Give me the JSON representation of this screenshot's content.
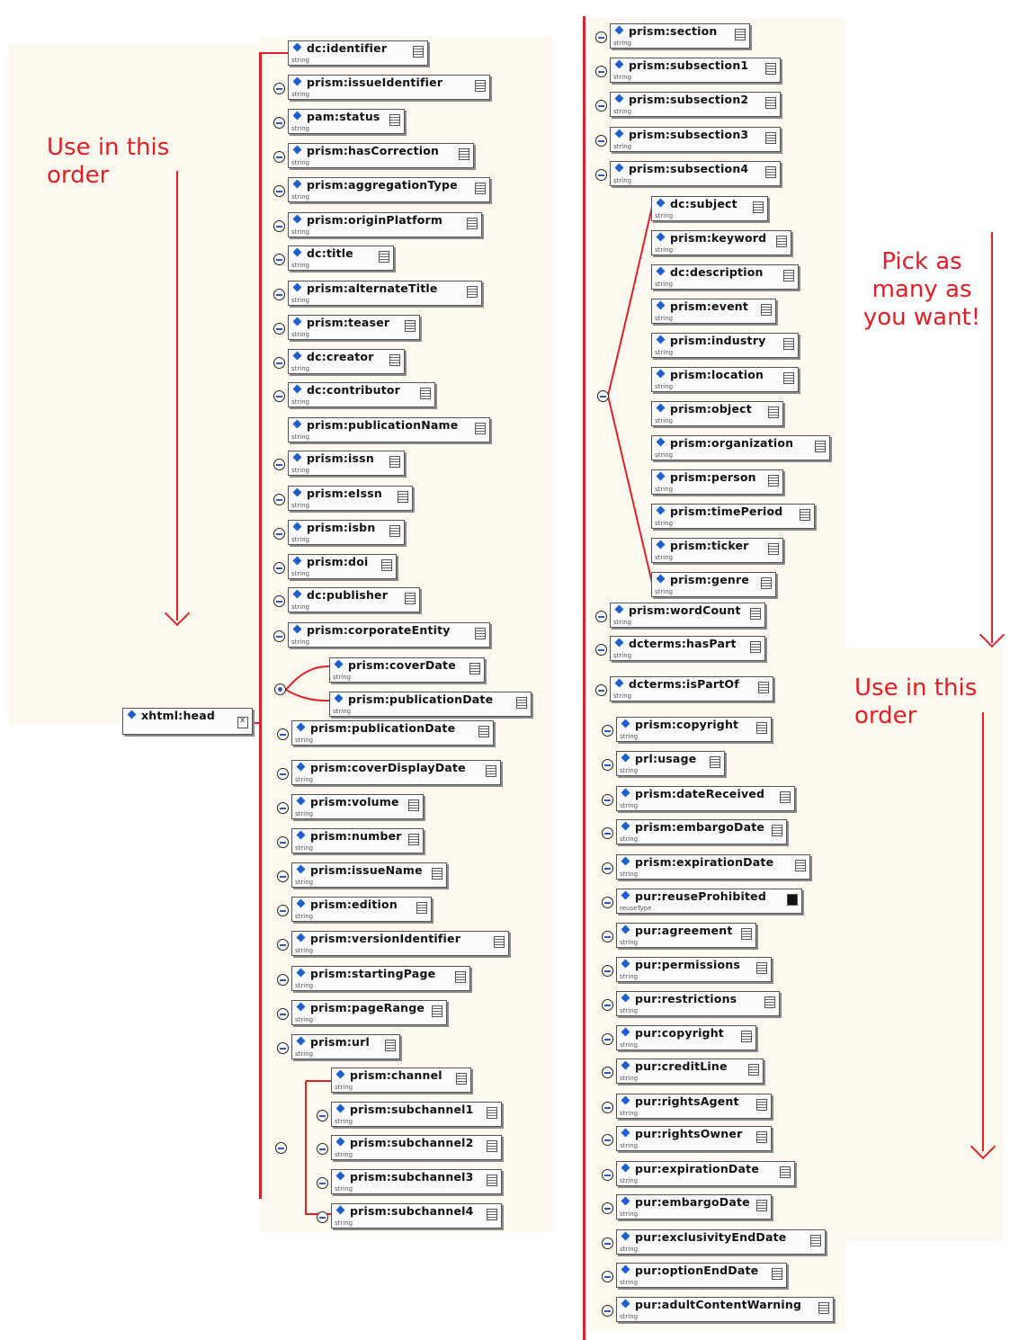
{
  "colors": {
    "accent": "#e2202a",
    "diamond": "#1d5fd0",
    "panel": "#fdf9ee"
  },
  "annotations": {
    "left_order": "Use in this order",
    "pick": "Pick as many as you want!",
    "right_order": "Use in this order"
  },
  "root": {
    "label": "xhtml:head"
  },
  "type_labels": {
    "string": "string",
    "reuse_type": "reuseType"
  },
  "left_column": [
    "dc:identifier",
    "prism:issueIdentifier",
    "pam:status",
    "prism:hasCorrection",
    "prism:aggregationType",
    "prism:originPlatform",
    "dc:title",
    "prism:alternateTitle",
    "prism:teaser",
    "dc:creator",
    "dc:contributor",
    "prism:publicationName",
    "prism:issn",
    "prism:eIssn",
    "prism:isbn",
    "prism:doi",
    "dc:publisher",
    "prism:corporateEntity"
  ],
  "left_choice": [
    "prism:coverDate",
    "prism:publicationDate"
  ],
  "left_column_2": [
    "prism:publicationDate",
    "prism:coverDisplayDate",
    "prism:volume",
    "prism:number",
    "prism:issueName",
    "prism:edition",
    "prism:versionIdentifier",
    "prism:startingPage",
    "prism:pageRange",
    "prism:url"
  ],
  "channel_group": [
    "prism:channel",
    "prism:subchannel1",
    "prism:subchannel2",
    "prism:subchannel3",
    "prism:subchannel4"
  ],
  "right_top": [
    "prism:section",
    "prism:subsection1",
    "prism:subsection2",
    "prism:subsection3",
    "prism:subsection4"
  ],
  "subject_group": [
    "dc:subject",
    "prism:keyword",
    "dc:description",
    "prism:event",
    "prism:industry",
    "prism:location",
    "prism:object",
    "prism:organization",
    "prism:person",
    "prism:timePeriod",
    "prism:ticker",
    "prism:genre"
  ],
  "right_mid": [
    "prism:wordCount",
    "dcterms:hasPart",
    "dcterms:isPartOf"
  ],
  "right_bottom": [
    "prism:copyright",
    "prl:usage",
    "prism:dateReceived",
    "prism:embargoDate",
    "prism:expirationDate",
    "pur:reuseProhibited",
    "pur:agreement",
    "pur:permissions",
    "pur:restrictions",
    "pur:copyright",
    "pur:creditLine",
    "pur:rightsAgent",
    "pur:rightsOwner",
    "pur:expirationDate",
    "pur:embargoDate",
    "pur:exclusivityEndDate",
    "pur:optionEndDate",
    "pur:adultContentWarning"
  ]
}
